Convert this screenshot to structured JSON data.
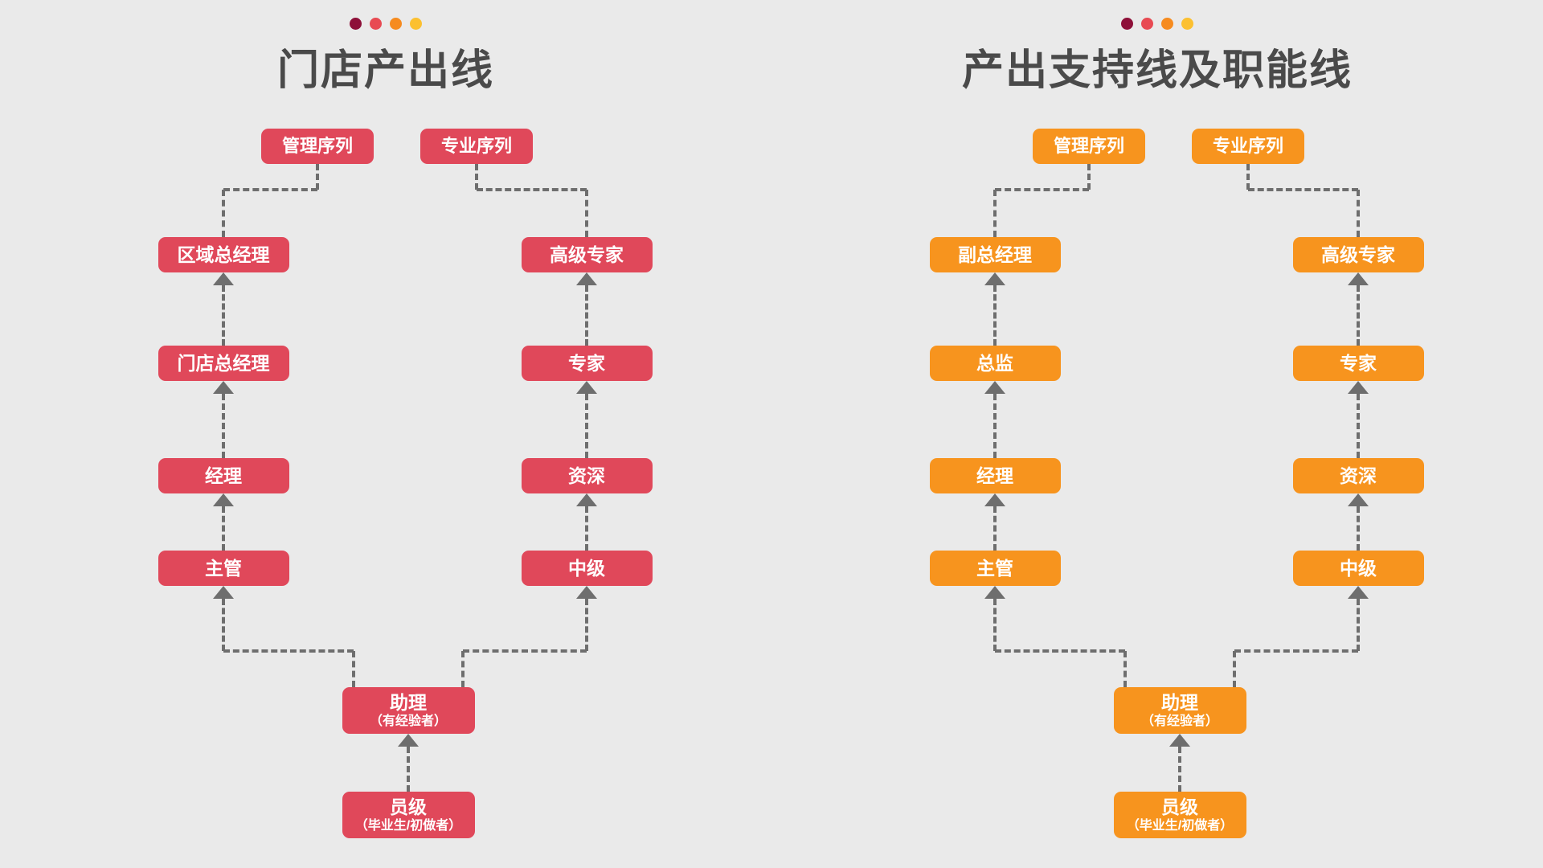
{
  "page": {
    "background_color": "#eaeaea",
    "title_color": "#4a4a4a",
    "connector_color": "#6e6e6e"
  },
  "dot_colors": [
    "#8e1039",
    "#e84a52",
    "#f68b1f",
    "#fcc030"
  ],
  "panels": [
    {
      "id": "store-output-line",
      "title": "门店产出线",
      "accent_color": "#e0485a",
      "headers": [
        {
          "name": "management-sequence",
          "label": "管理序列"
        },
        {
          "name": "professional-sequence",
          "label": "专业序列"
        }
      ],
      "management_track": [
        {
          "label": "区域总经理",
          "sub": ""
        },
        {
          "label": "门店总经理",
          "sub": ""
        },
        {
          "label": "经理",
          "sub": ""
        },
        {
          "label": "主管",
          "sub": ""
        }
      ],
      "professional_track": [
        {
          "label": "高级专家",
          "sub": ""
        },
        {
          "label": "专家",
          "sub": ""
        },
        {
          "label": "资深",
          "sub": ""
        },
        {
          "label": "中级",
          "sub": ""
        }
      ],
      "common_track": [
        {
          "label": "助理",
          "sub": "（有经验者）"
        },
        {
          "label": "员级",
          "sub": "（毕业生/初做者）"
        }
      ]
    },
    {
      "id": "output-support-and-function-line",
      "title": "产出支持线及职能线",
      "accent_color": "#f7941e",
      "headers": [
        {
          "name": "management-sequence",
          "label": "管理序列"
        },
        {
          "name": "professional-sequence",
          "label": "专业序列"
        }
      ],
      "management_track": [
        {
          "label": "副总经理",
          "sub": ""
        },
        {
          "label": "总监",
          "sub": ""
        },
        {
          "label": "经理",
          "sub": ""
        },
        {
          "label": "主管",
          "sub": ""
        }
      ],
      "professional_track": [
        {
          "label": "高级专家",
          "sub": ""
        },
        {
          "label": "专家",
          "sub": ""
        },
        {
          "label": "资深",
          "sub": ""
        },
        {
          "label": "中级",
          "sub": ""
        }
      ],
      "common_track": [
        {
          "label": "助理",
          "sub": "（有经验者）"
        },
        {
          "label": "员级",
          "sub": "（毕业生/初做者）"
        }
      ]
    }
  ]
}
